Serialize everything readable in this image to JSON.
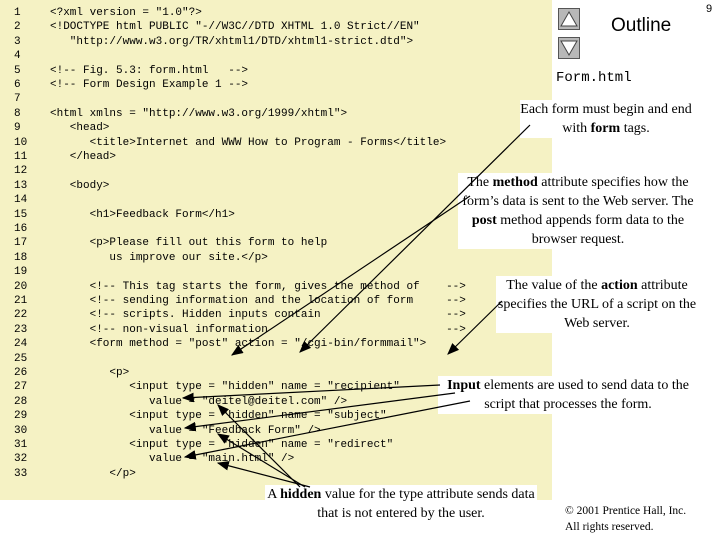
{
  "page_number": "9",
  "outline_label": "Outline",
  "file_name": "Form.html",
  "nav": {
    "up_icon": "triangle-up-icon",
    "down_icon": "triangle-down-icon"
  },
  "colors": {
    "code_background": "#f5f2c4",
    "nav_button": "#b8b8b8"
  },
  "code_lines": [
    {
      "num": "1",
      "text": "<?xml version = \"1.0\"?>"
    },
    {
      "num": "2",
      "text": "<!DOCTYPE html PUBLIC \"-//W3C//DTD XHTML 1.0 Strict//EN\""
    },
    {
      "num": "3",
      "text": "   \"http://www.w3.org/TR/xhtml1/DTD/xhtml1-strict.dtd\">"
    },
    {
      "num": "4",
      "text": ""
    },
    {
      "num": "5",
      "text": "<!-- Fig. 5.3: form.html   -->"
    },
    {
      "num": "6",
      "text": "<!-- Form Design Example 1 -->"
    },
    {
      "num": "7",
      "text": ""
    },
    {
      "num": "8",
      "text": "<html xmlns = \"http://www.w3.org/1999/xhtml\">"
    },
    {
      "num": "9",
      "text": "   <head>"
    },
    {
      "num": "10",
      "text": "      <title>Internet and WWW How to Program - Forms</title>"
    },
    {
      "num": "11",
      "text": "   </head>"
    },
    {
      "num": "12",
      "text": ""
    },
    {
      "num": "13",
      "text": "   <body>"
    },
    {
      "num": "14",
      "text": ""
    },
    {
      "num": "15",
      "text": "      <h1>Feedback Form</h1>"
    },
    {
      "num": "16",
      "text": ""
    },
    {
      "num": "17",
      "text": "      <p>Please fill out this form to help"
    },
    {
      "num": "18",
      "text": "         us improve our site.</p>"
    },
    {
      "num": "19",
      "text": ""
    },
    {
      "num": "20",
      "text": "      <!-- This tag starts the form, gives the method of    -->"
    },
    {
      "num": "21",
      "text": "      <!-- sending information and the location of form     -->"
    },
    {
      "num": "22",
      "text": "      <!-- scripts. Hidden inputs contain                   -->"
    },
    {
      "num": "23",
      "text": "      <!-- non-visual information                           -->"
    },
    {
      "num": "24",
      "text": "      <form method = \"post\" action = \"/cgi-bin/formmail\">"
    },
    {
      "num": "25",
      "text": ""
    },
    {
      "num": "26",
      "text": "         <p>"
    },
    {
      "num": "27",
      "text": "            <input type = \"hidden\" name = \"recipient\""
    },
    {
      "num": "28",
      "text": "               value = \"deitel@deitel.com\" />"
    },
    {
      "num": "29",
      "text": "            <input type = \"hidden\" name = \"subject\""
    },
    {
      "num": "30",
      "text": "               value = \"Feedback Form\" />"
    },
    {
      "num": "31",
      "text": "            <input type = \"hidden\" name = \"redirect\""
    },
    {
      "num": "32",
      "text": "               value = \"main.html\" />"
    },
    {
      "num": "33",
      "text": "         </p>"
    }
  ],
  "callouts": {
    "form_tags": {
      "before": "Each form must begin and end with ",
      "bold": "form",
      "after": " tags."
    },
    "method": {
      "before": "The ",
      "bold": "method",
      "mid": " attribute specifies how the form’s data is sent to the Web server. The ",
      "bold2": "post",
      "after": " method appends form data to the browser request."
    },
    "action": {
      "before": "The value of the ",
      "bold": "action",
      "after": " attribute specifies the URL of a script on the Web server."
    },
    "input": {
      "bold": "Input",
      "after": " elements are used to send data to the script that processes the form."
    },
    "hidden": {
      "before": "A ",
      "bold": "hidden",
      "after": " value for the type attribute sends data that is not entered by the user."
    }
  },
  "copyright": {
    "line1": "© 2001 Prentice Hall, Inc.",
    "line2": "All rights reserved."
  }
}
